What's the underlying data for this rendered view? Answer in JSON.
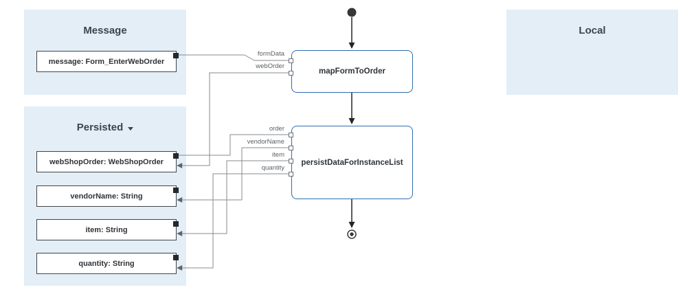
{
  "colors": {
    "panel_background": "#e3eef7",
    "task_border": "#2b6cb0",
    "connector": "#85898c",
    "flow_arrow": "#202429",
    "variable_border": "#3f4347",
    "anchor": "#26282b"
  },
  "panels": {
    "message": {
      "title": "Message",
      "items": [
        {
          "label": "message: Form_EnterWebOrder"
        }
      ]
    },
    "persisted": {
      "title": "Persisted",
      "items": [
        {
          "label": "webShopOrder: WebShopOrder"
        },
        {
          "label": "vendorName: String"
        },
        {
          "label": "item: String"
        },
        {
          "label": "quantity: String"
        }
      ]
    },
    "local": {
      "title": "Local",
      "items": []
    }
  },
  "flow": {
    "tasks": [
      {
        "label": "mapFormToOrder",
        "ports": [
          {
            "label": "formData"
          },
          {
            "label": "webOrder"
          }
        ]
      },
      {
        "label": "persistDataForInstanceList",
        "ports": [
          {
            "label": "order"
          },
          {
            "label": "vendorName"
          },
          {
            "label": "item"
          },
          {
            "label": "quantity"
          }
        ]
      }
    ]
  }
}
